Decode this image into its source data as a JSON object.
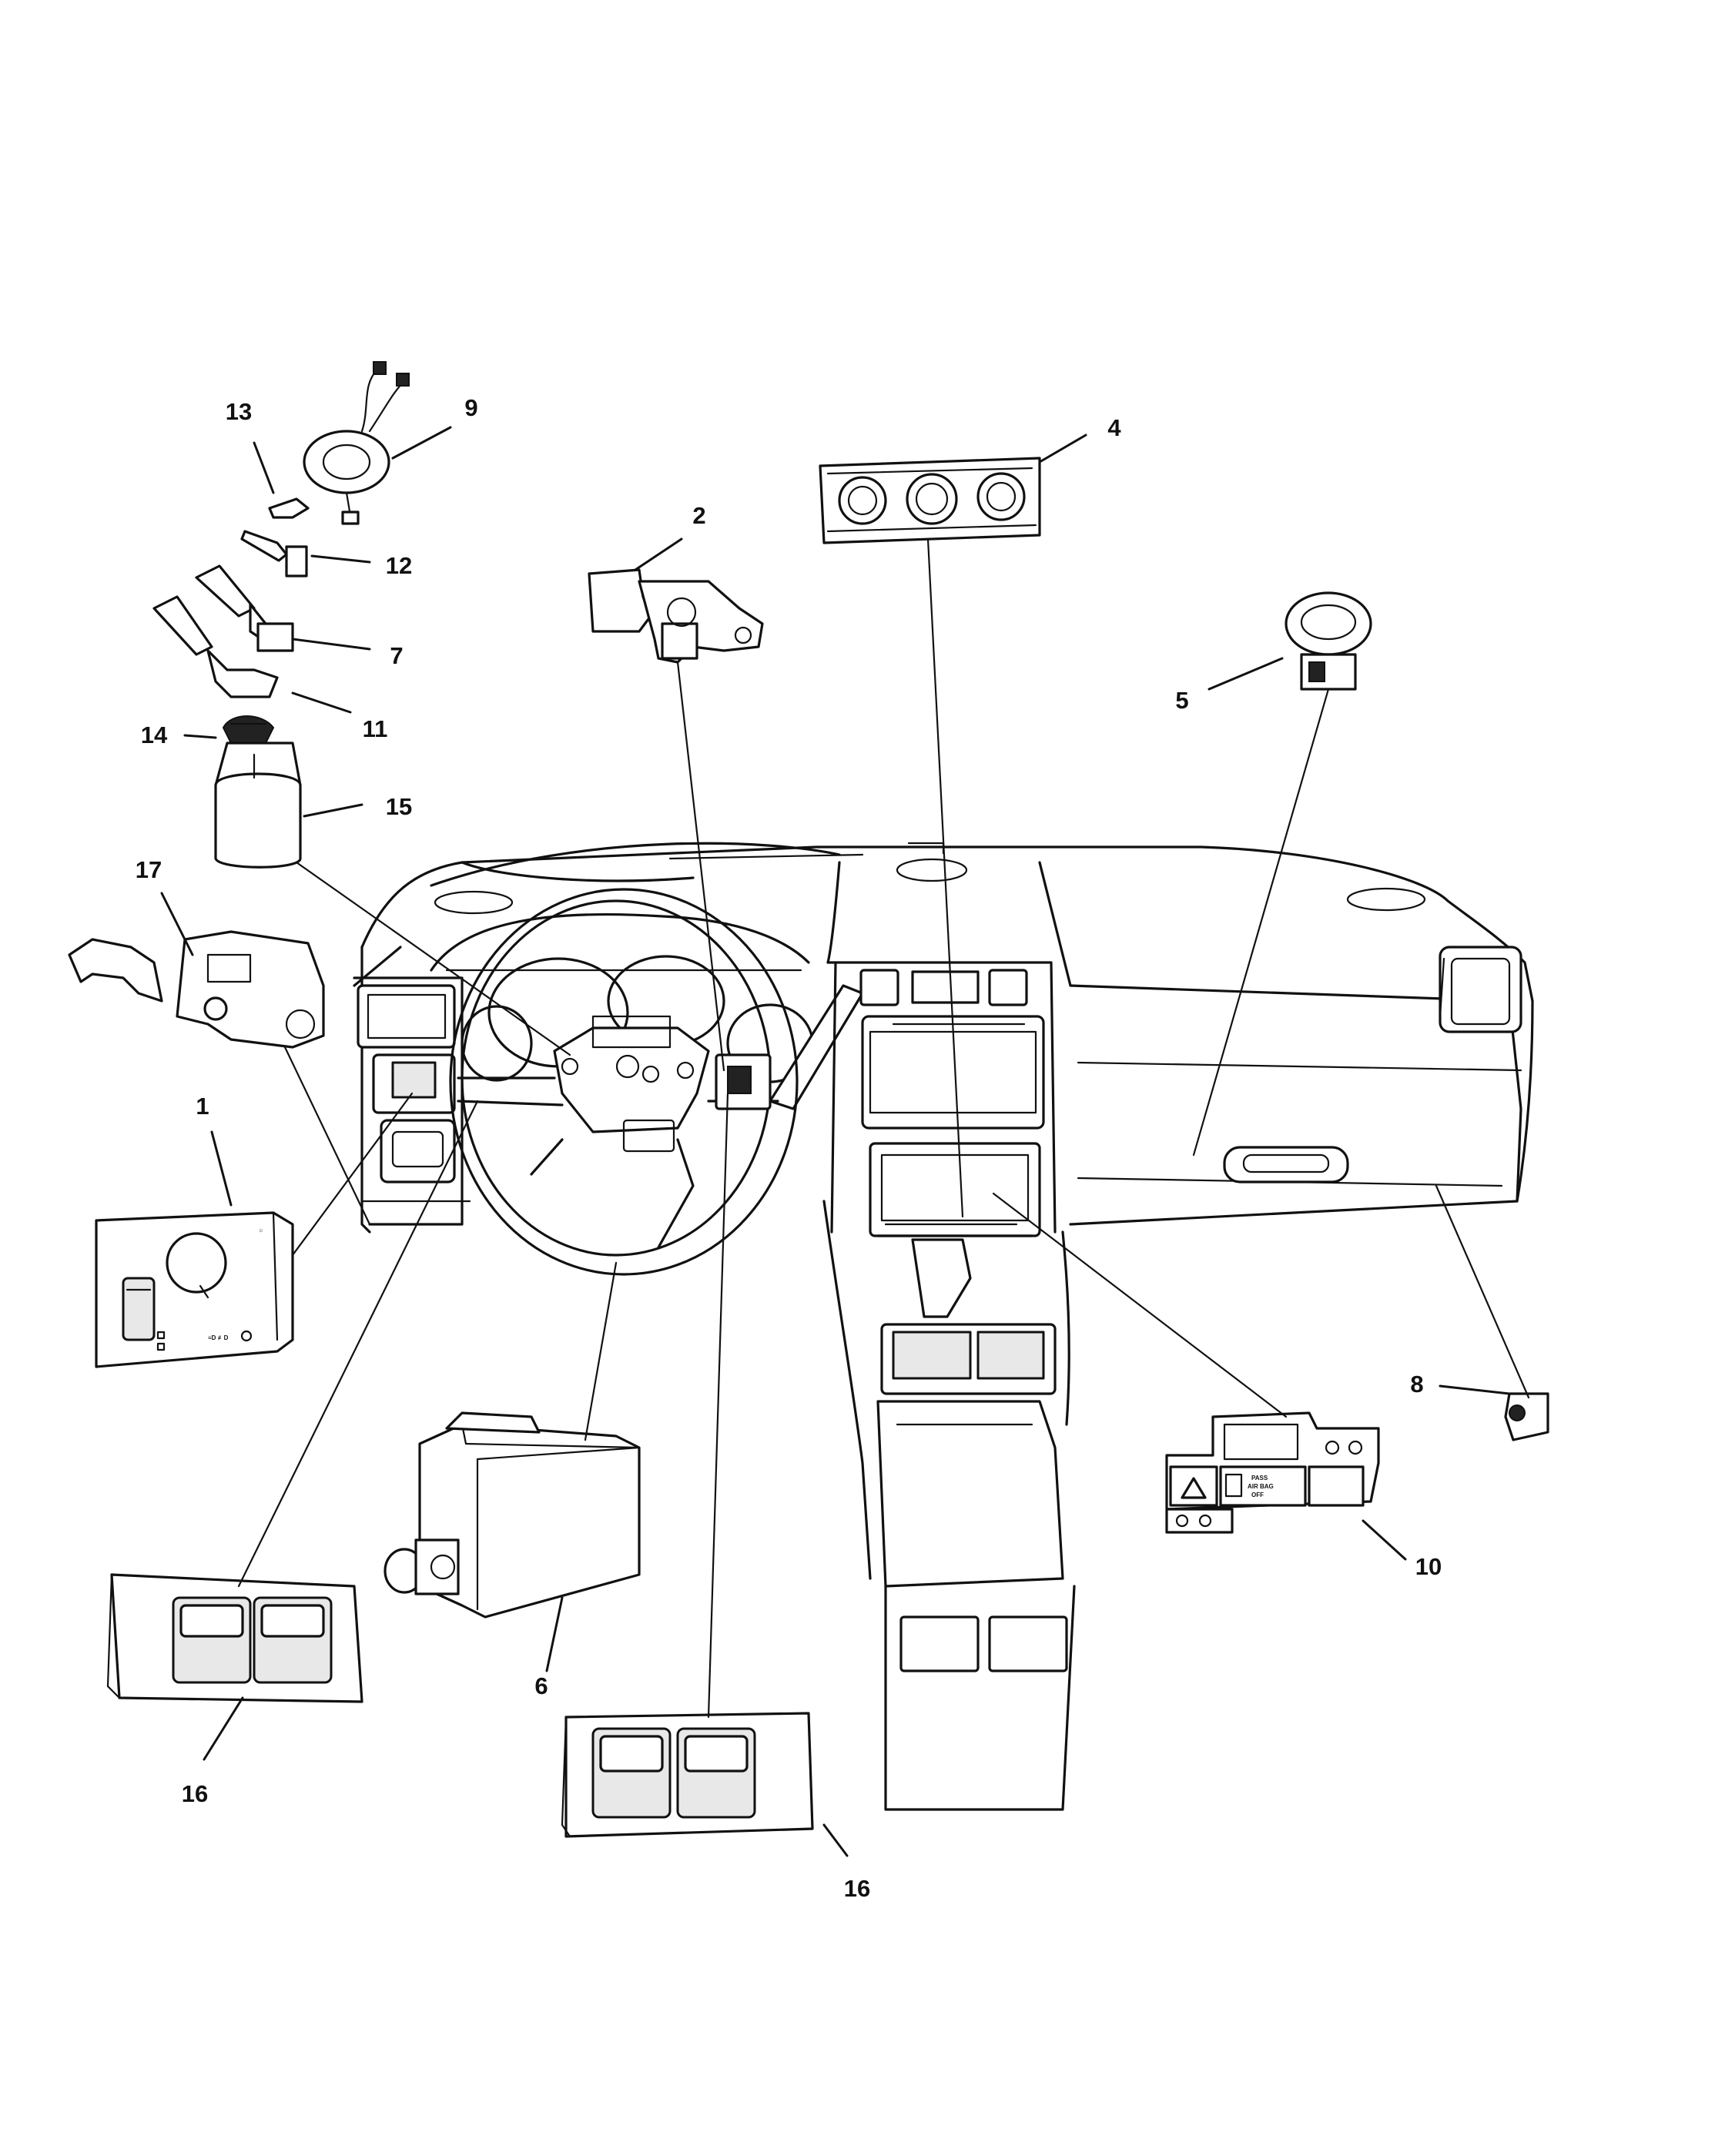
{
  "callouts": [
    {
      "id": "c1",
      "label": "1"
    },
    {
      "id": "c2",
      "label": "2"
    },
    {
      "id": "c4",
      "label": "4"
    },
    {
      "id": "c5",
      "label": "5"
    },
    {
      "id": "c6",
      "label": "6"
    },
    {
      "id": "c7",
      "label": "7"
    },
    {
      "id": "c8",
      "label": "8"
    },
    {
      "id": "c9",
      "label": "9"
    },
    {
      "id": "c10",
      "label": "10"
    },
    {
      "id": "c11",
      "label": "11"
    },
    {
      "id": "c12",
      "label": "12"
    },
    {
      "id": "c13",
      "label": "13"
    },
    {
      "id": "c14",
      "label": "14"
    },
    {
      "id": "c15",
      "label": "15"
    },
    {
      "id": "c16a",
      "label": "16"
    },
    {
      "id": "c16b",
      "label": "16"
    },
    {
      "id": "c17",
      "label": "17"
    }
  ],
  "switch_panel_text": {
    "line1": "PASS",
    "line2": "AIR BAG",
    "line3": "OFF"
  },
  "icons": [
    "hazard-icon",
    "airbag-off-icon",
    "headlamp-icon",
    "fog-lamp-icon"
  ],
  "colors": {
    "line": "#111111",
    "background": "#ffffff"
  }
}
